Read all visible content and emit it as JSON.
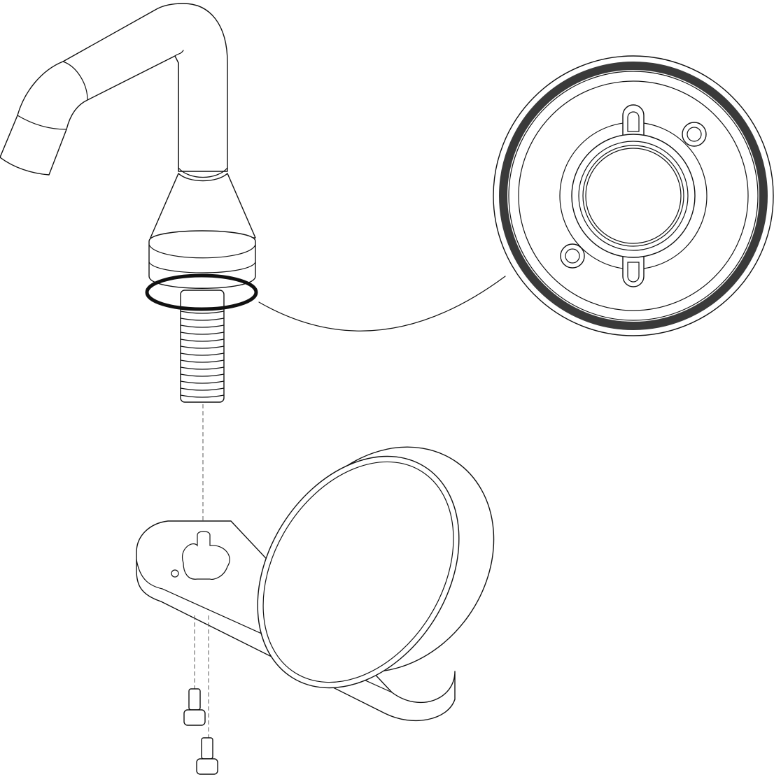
{
  "diagram": {
    "colors": {
      "line": "#111111",
      "seal_ring": "#3a3a3a",
      "background": "#ffffff"
    },
    "parts": [
      "faucet-spout",
      "o-ring-seal",
      "threaded-stem",
      "detail-view-base",
      "mounting-bracket",
      "round-plate",
      "screw",
      "screw"
    ]
  }
}
